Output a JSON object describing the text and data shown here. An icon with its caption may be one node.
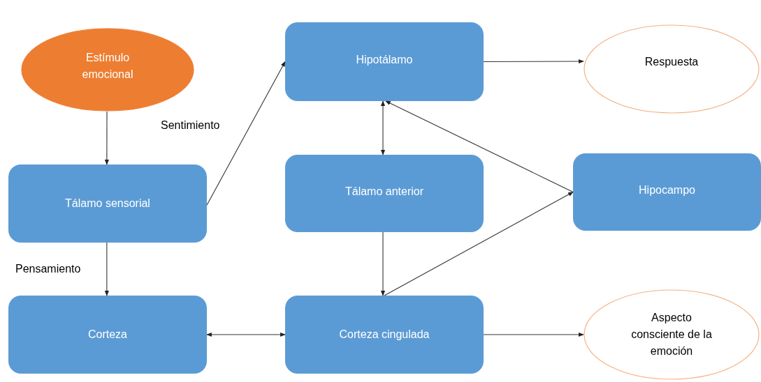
{
  "diagram": {
    "nodes": [
      {
        "text": [
          "Estímulo emocional"
        ]
      },
      {
        "text": [
          "Tálamo sensorial"
        ]
      },
      {
        "text": [
          "Hipotálamo"
        ]
      },
      {
        "text": [
          "Respuesta"
        ]
      },
      {
        "text": [
          "Tálamo anterior"
        ]
      },
      {
        "text": [
          "Hipocampo"
        ]
      },
      {
        "text": [
          "Corteza"
        ]
      },
      {
        "text": [
          "Corteza cingulada"
        ]
      },
      {
        "text": [
          "Aspecto consciente de la emoción"
        ]
      }
    ],
    "edges": [
      {
        "from": 0,
        "to": 1,
        "arrow": "to"
      },
      {
        "from": 1,
        "to": 2,
        "arrow": "to",
        "label": "Sentimiento"
      },
      {
        "from": 1,
        "to": 6,
        "arrow": "to",
        "label": "Pensamiento"
      },
      {
        "from": 2,
        "to": 3,
        "arrow": "to"
      },
      {
        "from": 2,
        "to": 4,
        "arrow": "both"
      },
      {
        "from": 5,
        "to": 2,
        "arrow": "to"
      },
      {
        "from": 4,
        "to": 7,
        "arrow": "to"
      },
      {
        "from": 7,
        "to": 5,
        "arrow": "to"
      },
      {
        "from": 6,
        "to": 7,
        "arrow": "both"
      },
      {
        "from": 7,
        "to": 8,
        "arrow": "to"
      }
    ]
  }
}
